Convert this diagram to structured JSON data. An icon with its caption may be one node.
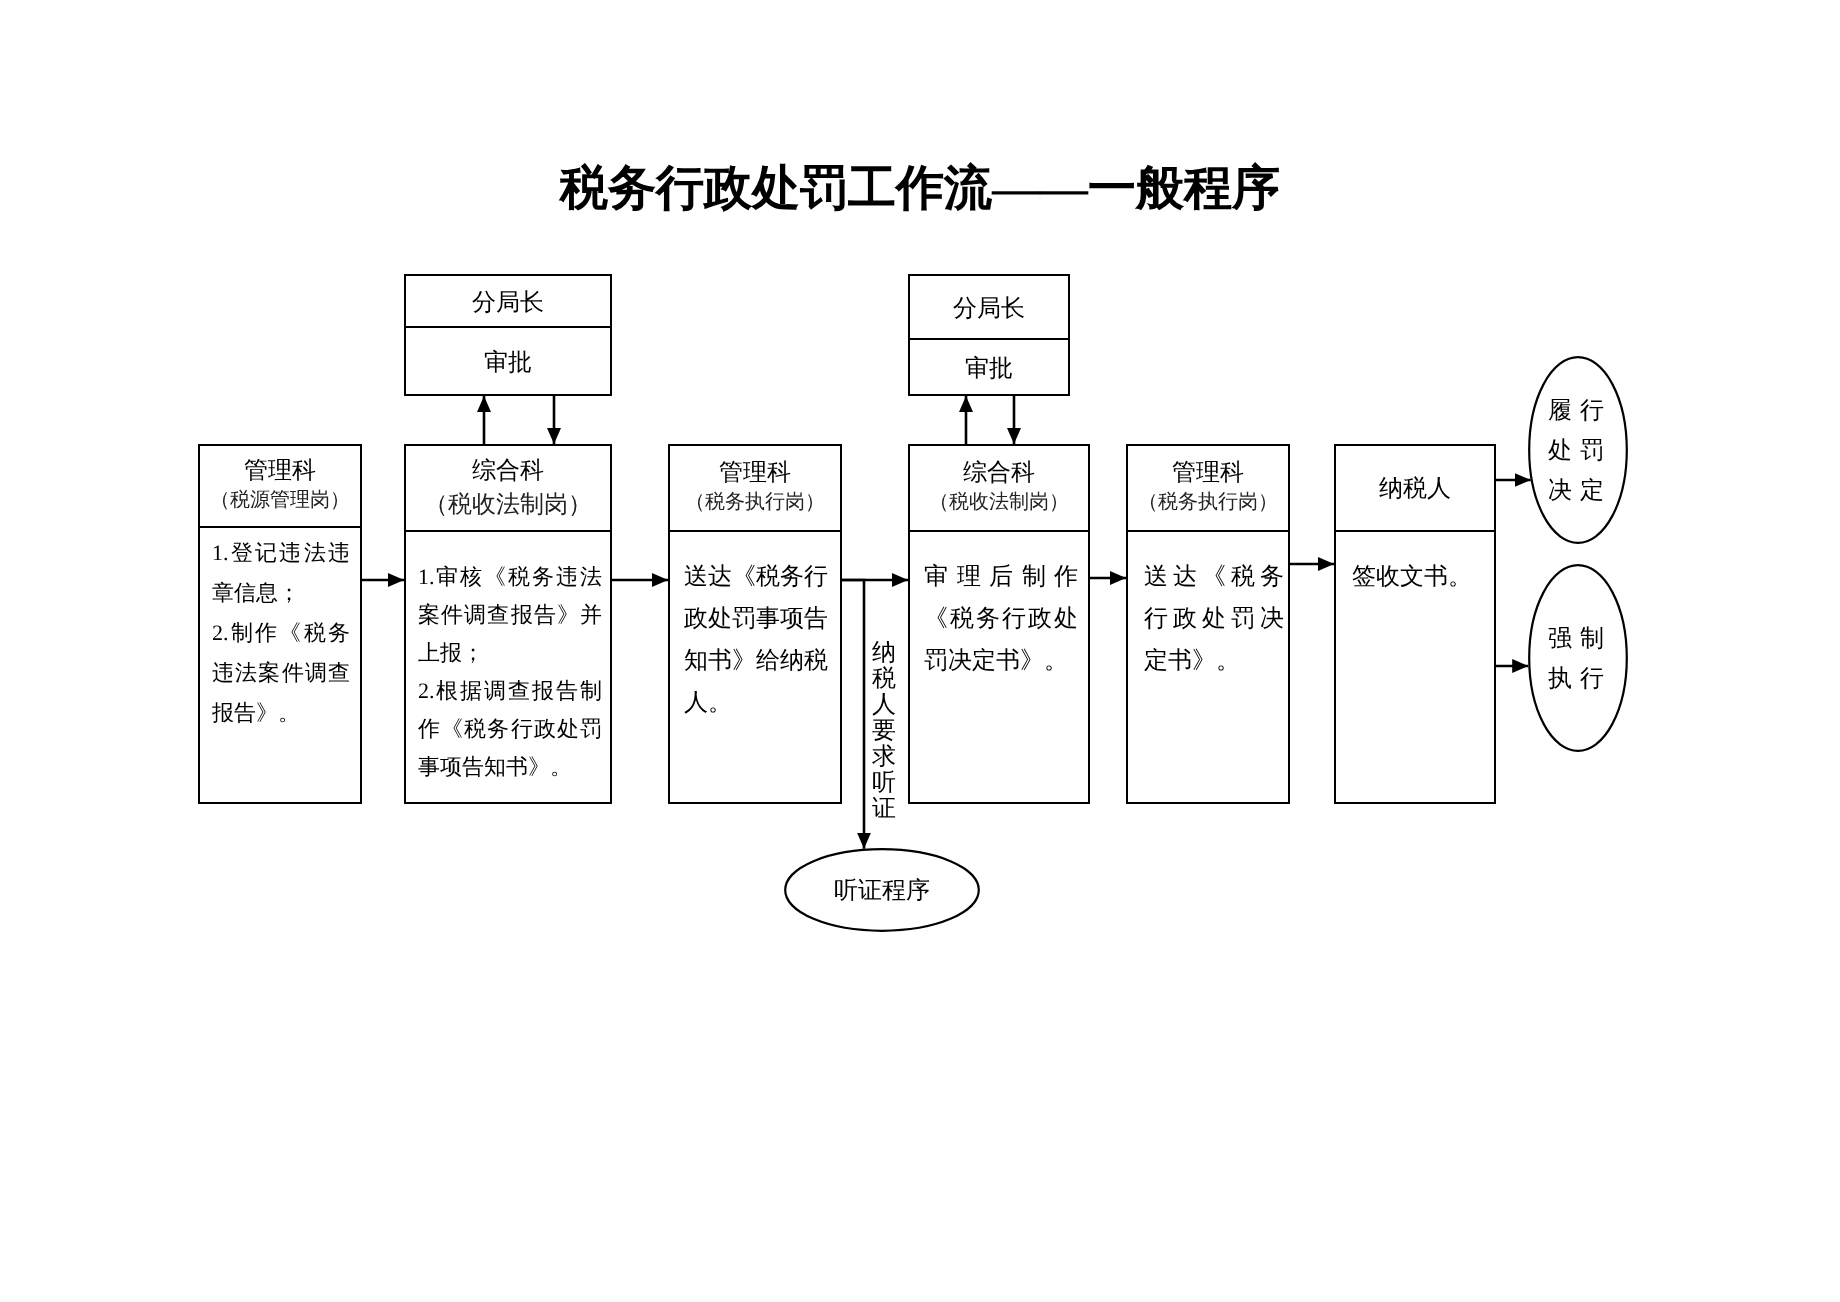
{
  "diagram": {
    "title": "税务行政处罚工作流——一般程序",
    "nodes": [
      {
        "text": [
          "分局长",
          "审批"
        ]
      },
      {
        "text": [
          "管理科",
          "（税源管理岗）",
          "1.登记违法违章信息；",
          "2.制作《税务违法案件调查报告》。"
        ]
      },
      {
        "text": [
          "综合科",
          "（税收法制岗）",
          "1.审核《税务违法案件调查报告》并上报；",
          "2.根据调查报告制作《税务行政处罚事项告知书》。"
        ]
      },
      {
        "text": [
          "管理科",
          "（税务执行岗）",
          "送达《税务行政处罚事项告知书》给纳税人。"
        ]
      },
      {
        "text": [
          "分局长",
          "审批"
        ]
      },
      {
        "text": [
          "综合科",
          "（税收法制岗）",
          "审理后制作《税务行政处罚决定书》。"
        ]
      },
      {
        "text": [
          "管理科",
          "（税务执行岗）",
          "送达《税务行政处罚决定书》。"
        ]
      },
      {
        "text": [
          "纳税人",
          "签收文书。"
        ]
      },
      {
        "text": [
          "履行处罚决定"
        ]
      },
      {
        "text": [
          "强制执行"
        ]
      },
      {
        "text": [
          "听证程序"
        ]
      }
    ],
    "edges": [
      {
        "from": 1,
        "to": 2,
        "arrow": "to"
      },
      {
        "from": 2,
        "to": 0,
        "arrow": "to"
      },
      {
        "from": 0,
        "to": 2,
        "arrow": "to"
      },
      {
        "from": 2,
        "to": 3,
        "arrow": "to"
      },
      {
        "from": 3,
        "to": 5,
        "arrow": "to"
      },
      {
        "from": 3,
        "to": 10,
        "arrow": "to",
        "label": "纳税人要求听证"
      },
      {
        "from": 5,
        "to": 4,
        "arrow": "to"
      },
      {
        "from": 4,
        "to": 5,
        "arrow": "to"
      },
      {
        "from": 5,
        "to": 6,
        "arrow": "to"
      },
      {
        "from": 6,
        "to": 7,
        "arrow": "to"
      },
      {
        "from": 7,
        "to": 8,
        "arrow": "to"
      },
      {
        "from": 7,
        "to": 9,
        "arrow": "to"
      }
    ]
  }
}
